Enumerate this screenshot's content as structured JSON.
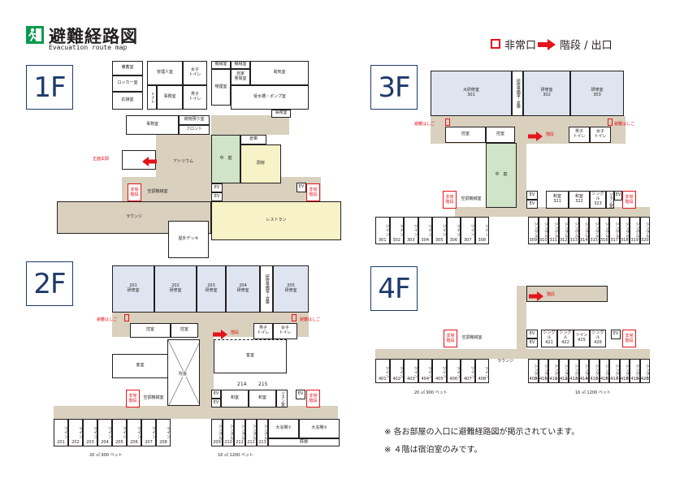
{
  "header": {
    "title": "避難経路図",
    "subtitle": "Evacuation route map"
  },
  "legend": {
    "emergency_exit": "非常口",
    "stairs_exit": "階段 / 出口"
  },
  "floors": {
    "f1": {
      "label": "1F",
      "rooms": {
        "storage": "備蓄室",
        "locker": "ロッカー室",
        "reception": "応接室",
        "manager": "管理人室",
        "women_wc": "女子\nトイレ",
        "wc": "トイレ",
        "office_small": "事務室",
        "men_wc": "男子\nトイレ",
        "machine1": "機械室",
        "machine2": "機械室",
        "electric": "電気室",
        "break_room": "喫煙室",
        "generator": "自家\n発電室",
        "water_pump": "受水槽・ポンプ室",
        "office2": "事務室",
        "office": "事務室",
        "luggage": "荷物預り室",
        "front": "フロント",
        "warehouse": "倉庫",
        "entrance": "正面玄関",
        "atrium": "アトリウム",
        "courtyard": "中　庭",
        "kitchen": "厨房",
        "aircon": "空調機械室",
        "ev1": "EV",
        "ev2": "EV",
        "ev3": "EV",
        "lounge": "ラウンジ",
        "restaurant": "レストラン",
        "deck": "屋外デッキ",
        "emerg_stairs": "非常\n階段"
      }
    },
    "f2": {
      "label": "2F",
      "rooms": {
        "r201": "201\n研修室",
        "r202": "202\n研修室",
        "r203": "203\n研修室",
        "r204": "204\n研修室",
        "equip": "研修準備室・倉庫",
        "r205": "205\n研修室",
        "ladder_left": "避難はしご",
        "ladder_right": "避難はしご",
        "waiting1": "控室",
        "waiting2": "控室",
        "stairs": "階段",
        "men_wc": "男子\nトイレ",
        "women_wc": "女子\nトイレ",
        "guestroom1": "客室",
        "atrium_void": "吹抜",
        "guestroom2": "客室",
        "n214": "214",
        "n215": "215",
        "emerg_stairs_left": "非常\n階段",
        "aircon": "空調機械室",
        "ev": "EV",
        "ev2": "EV",
        "japanese1": "和室",
        "japanese2": "和室",
        "linen": "リネン室",
        "ev3": "EV",
        "emerg_stairs_right": "非常\n階段",
        "bath1": "大浴場①",
        "bath2": "大浴場②",
        "garden": "庭園",
        "twin_label": "ツイン",
        "single_label": "シングル",
        "twin_numbers": [
          "201",
          "202",
          "203",
          "204",
          "205",
          "206",
          "207",
          "208"
        ],
        "single_numbers": [
          "209",
          "210",
          "211",
          "212",
          "213"
        ],
        "twin_caption": "20 ㎡ 900 ベット",
        "single_caption": "16 ㎡ 1200 ベット"
      }
    },
    "f3": {
      "label": "3F",
      "rooms": {
        "r301": "大研修室\n301",
        "equip": "研修準備室・倉庫",
        "r302": "研修室\n302",
        "r303": "研修室\n303",
        "ladder_left": "避難はしご",
        "ladder_right": "避難はしご",
        "waiting1": "控室",
        "waiting2": "控室",
        "stairs": "階段",
        "men_wc": "男子\nトイレ",
        "women_wc": "女子\nトイレ",
        "courtyard": "中　庭",
        "emerg_left": "非常\n階段",
        "aircon": "空調機械室",
        "ev1": "EV",
        "ev2": "EV",
        "j321": "和室\n321",
        "j322": "和室\n322",
        "s323": "シングル\n323",
        "linen": "リネン室",
        "ev3": "EV",
        "emerg_right": "非常\n階段",
        "twin_numbers": [
          "301",
          "302",
          "303",
          "304",
          "305",
          "306",
          "307",
          "308"
        ],
        "single_numbers": [
          "309",
          "310",
          "311",
          "312",
          "313",
          "314",
          "315",
          "316",
          "317",
          "318",
          "319",
          "320"
        ],
        "twin_label": "ツイン",
        "single_label": "シングル"
      }
    },
    "f4": {
      "label": "4F",
      "rooms": {
        "stairs": "階段",
        "emerg_left": "非常\n階段",
        "aircon": "空調機械室",
        "ev1": "EV",
        "ev2": "EV",
        "s421": "シングル\n421",
        "s422": "シングル\n422",
        "t425": "ツイン\n425",
        "s426": "シングル\n426",
        "ev3": "EV",
        "emerg_right": "非常\n階段",
        "lounge": "ラウンジ",
        "twin_numbers": [
          "401",
          "402",
          "403",
          "404",
          "405",
          "406",
          "407",
          "408"
        ],
        "single_numbers": [
          "409",
          "410",
          "411",
          "412",
          "413",
          "414",
          "415",
          "416",
          "417",
          "418",
          "419",
          "420"
        ],
        "twin_label": "ツイン",
        "single_label": "シングル",
        "twin_caption": "20 ㎡ 900 ベット",
        "single_caption": "16 ㎡ 1200 ベット"
      }
    }
  },
  "notes": {
    "note1": "※ 各お部屋の入口に避難経路図が掲示されています。",
    "note2": "※ ４階は宿泊室のみです。"
  },
  "colors": {
    "red": "#e3141b",
    "navy": "#1e3a6b",
    "blue_room": "#dfe5f0",
    "green_room": "#cfe4c8",
    "yellow_room": "#f7f2c7",
    "corridor": "#d9d0bd",
    "logo_green": "#0a9a4d"
  }
}
